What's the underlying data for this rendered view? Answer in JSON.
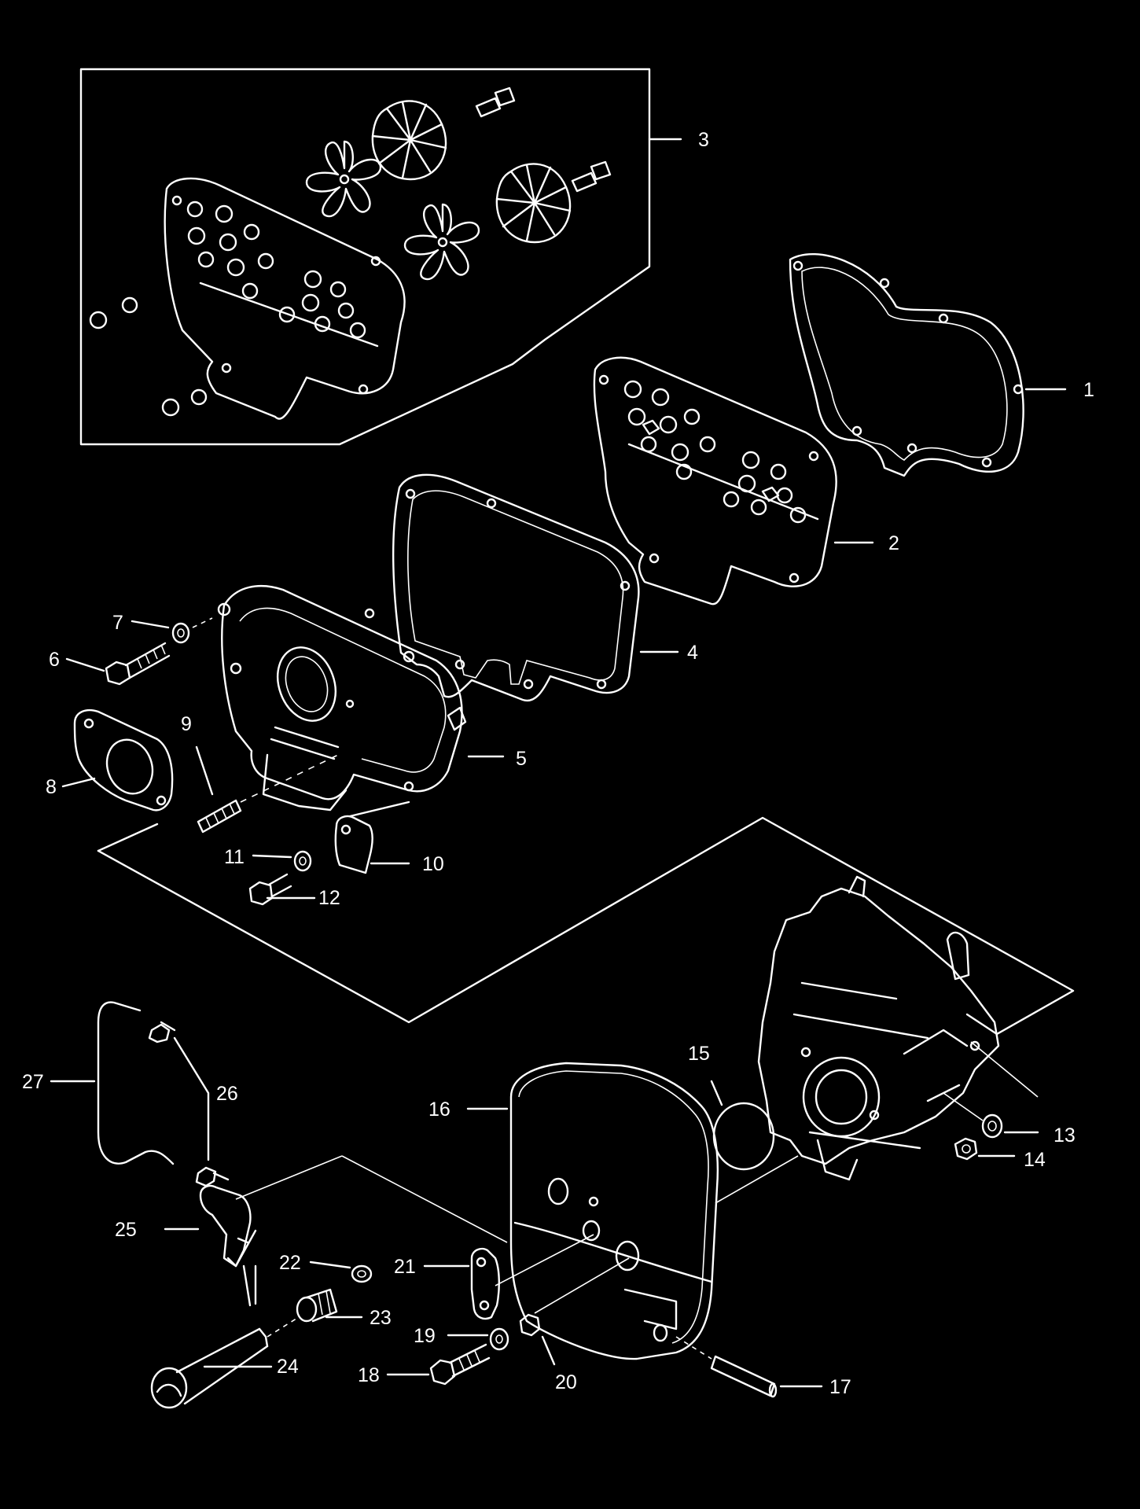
{
  "callouts": [
    "1",
    "2",
    "3",
    "4",
    "5",
    "6",
    "7",
    "8",
    "9",
    "10",
    "11",
    "12",
    "13",
    "14",
    "15",
    "16",
    "17",
    "18",
    "19",
    "20",
    "21",
    "22",
    "23",
    "24",
    "25",
    "26",
    "27"
  ],
  "colors": {
    "background": "#000000",
    "ink": "#ffffff"
  }
}
